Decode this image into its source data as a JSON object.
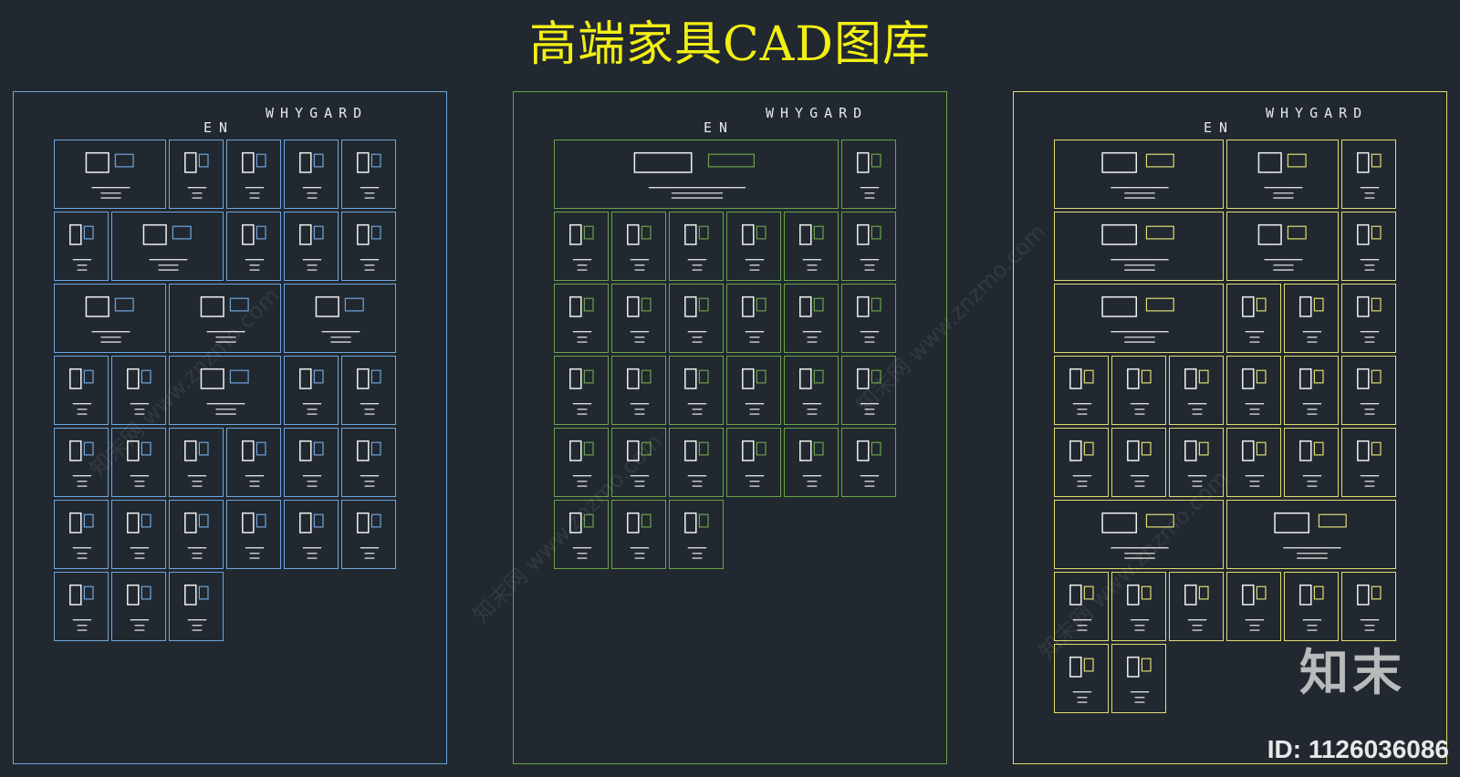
{
  "title": "高端家具CAD图库",
  "sheets": [
    {
      "en": "EN",
      "brand": "WHYGARD",
      "color": "#6ea6dc"
    },
    {
      "en": "EN",
      "brand": "WHYGARD",
      "color": "#6aa34a"
    },
    {
      "en": "EN",
      "brand": "WHYGARD",
      "color": "#e0dc70"
    }
  ],
  "watermark": "知末网 www.znzmo.com",
  "logo": "知末",
  "id_label": "ID: 1126036086"
}
